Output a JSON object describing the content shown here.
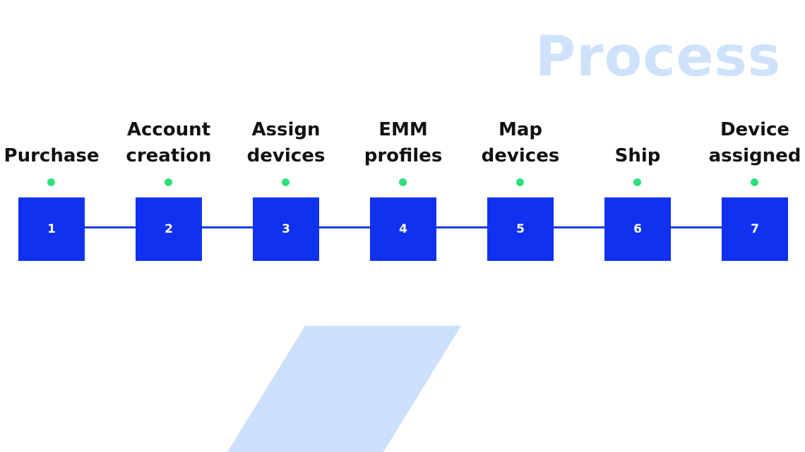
{
  "title": "Process",
  "colors": {
    "box": "#1131f0",
    "dot": "#2ee07a",
    "accent_light": "#cfe2fb",
    "line": "#1a3fd9"
  },
  "steps": [
    {
      "number": "1",
      "label": "Purchase"
    },
    {
      "number": "2",
      "label": "Account creation"
    },
    {
      "number": "3",
      "label": "Assign devices"
    },
    {
      "number": "4",
      "label": "EMM profiles"
    },
    {
      "number": "5",
      "label": "Map devices"
    },
    {
      "number": "6",
      "label": "Ship"
    },
    {
      "number": "7",
      "label": "Device assigned"
    }
  ]
}
